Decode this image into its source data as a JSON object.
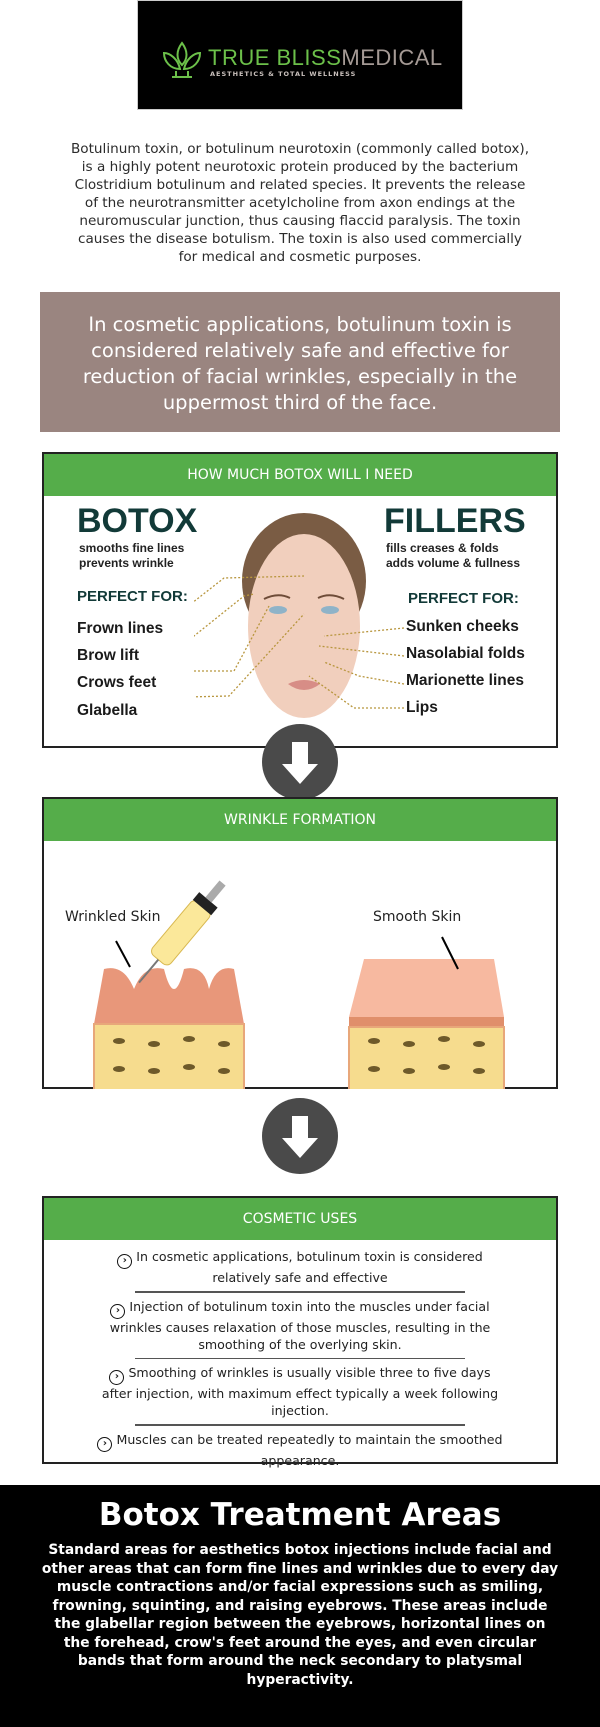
{
  "logo": {
    "brand_green": "TRUE BLISS",
    "brand_gray": "MEDICAL",
    "tagline": "AESTHETICS & TOTAL WELLNESS"
  },
  "intro": "Botulinum toxin, or botulinum neurotoxin (commonly called botox), is a highly potent neurotoxic protein produced by the bacterium Clostridium botulinum and related species. It prevents the release of the neurotransmitter acetylcholine from axon endings at the neuromuscular junction, thus causing flaccid paralysis. The toxin causes the disease botulism. The toxin is also used commercially for medical and cosmetic purposes.",
  "quote": "In cosmetic applications, botulinum toxin is considered relatively safe and effective for reduction of facial wrinkles, especially in the uppermost third of the face.",
  "colors": {
    "green": "#55ad4a",
    "mauve": "#9a8580",
    "dark_teal": "#123a38"
  },
  "botox_card": {
    "header": "HOW MUCH BOTOX WILL I NEED",
    "botox": {
      "title": "BOTOX",
      "line1": "smooths fine lines",
      "line2": "prevents   wrinkle",
      "perfect_for": "PERFECT FOR:",
      "items": [
        "Frown lines",
        "Brow lift",
        "Crows feet",
        "Glabella"
      ]
    },
    "fillers": {
      "title": "FILLERS",
      "line1": "fills  creases  &  folds",
      "line2": "adds volume &  fullness",
      "perfect_for": "PERFECT FOR:",
      "items": [
        "Sunken cheeks",
        "Nasolabial folds",
        "Marionette lines",
        "Lips"
      ]
    }
  },
  "wrinkle_card": {
    "header": "WRINKLE FORMATION",
    "left_label": "Wrinkled Skin",
    "right_label": "Smooth Skin"
  },
  "uses_card": {
    "header": "COSMETIC USES",
    "items": [
      "In cosmetic applications, botulinum toxin is considered relatively safe and effective",
      "Injection of botulinum toxin into the muscles under facial wrinkles causes relaxation of those muscles, resulting in the smoothing of the overlying skin.",
      "Smoothing of wrinkles is usually visible three to five days after injection, with maximum effect typically a week following injection.",
      "Muscles can be treated repeatedly to maintain the smoothed appearance."
    ]
  },
  "treatment": {
    "title": "Botox Treatment Areas",
    "text": "Standard areas for aesthetics botox injections include facial and other areas that can form fine lines and wrinkles due to every day muscle contractions and/or facial expressions such as smiling, frowning, squinting, and raising eyebrows. These areas include the glabellar region between the eyebrows, horizontal lines on the forehead, crow's feet around the eyes, and even circular bands that form around the neck secondary to platysmal hyperactivity."
  }
}
